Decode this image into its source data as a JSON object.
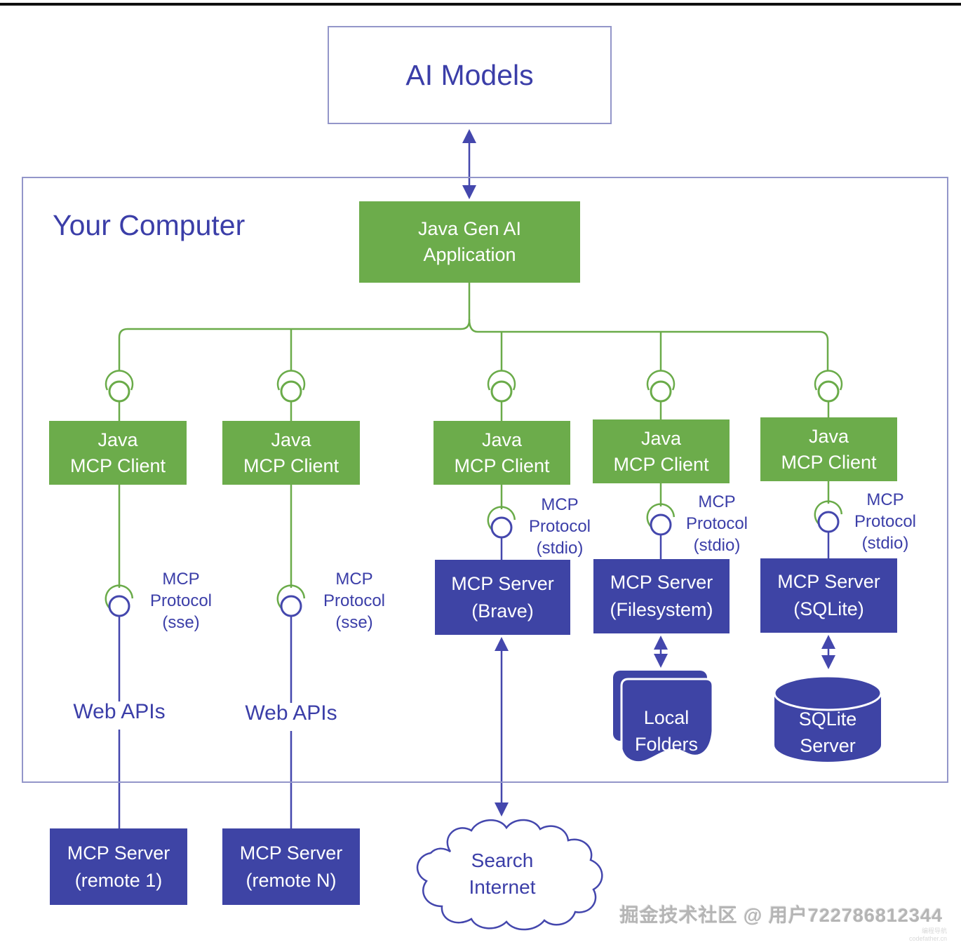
{
  "colors": {
    "green_box": "#6cac4b",
    "green_line": "#6aab49",
    "indigo_box": "#3e44a5",
    "blue_line": "#4447ad",
    "frame_border": "#9396c9",
    "title_text": "#3b3ea8",
    "watermark_gray": "#b5b5b5",
    "top_bar": "#101010"
  },
  "diagram": {
    "ai_models": "AI Models",
    "your_computer": "Your Computer",
    "app": "Java Gen AI\nApplication",
    "clients": [
      {
        "label": "Java\nMCP Client"
      },
      {
        "label": "Java\nMCP Client"
      },
      {
        "label": "Java\nMCP Client"
      },
      {
        "label": "Java\nMCP Client"
      },
      {
        "label": "Java\nMCP Client"
      }
    ],
    "protocols": [
      {
        "label": "MCP Protocol\n(sse)"
      },
      {
        "label": "MCP Protocol\n(sse)"
      },
      {
        "label": "MCP Protocol\n(stdio)"
      },
      {
        "label": "MCP Protocol\n(stdio)"
      },
      {
        "label": "MCP Protocol\n(stdio)"
      }
    ],
    "web_apis": [
      {
        "label": "Web APIs"
      },
      {
        "label": "Web APIs"
      }
    ],
    "servers": [
      {
        "label": "MCP Server\n(Brave)"
      },
      {
        "label": "MCP Server\n(Filesystem)"
      },
      {
        "label": "MCP Server\n(SQLite)"
      }
    ],
    "remote_servers": [
      {
        "label": "MCP Server\n(remote 1)"
      },
      {
        "label": "MCP Server\n(remote N)"
      }
    ],
    "resources": {
      "cloud": "Search\nInternet",
      "folders": "Local\nFolders",
      "database": "SQLite\nServer"
    }
  },
  "icons": {
    "socket": "ball-and-socket-connector",
    "arrow": "double-headed-arrow",
    "cloud": "cloud-shape",
    "folders": "stacked-folders-shape",
    "database": "database-cylinder-shape"
  },
  "watermark": {
    "main": "掘金技术社区 @ 用户722786812344",
    "corner_line1": "编程导航",
    "corner_line2": "codefather.cn"
  }
}
